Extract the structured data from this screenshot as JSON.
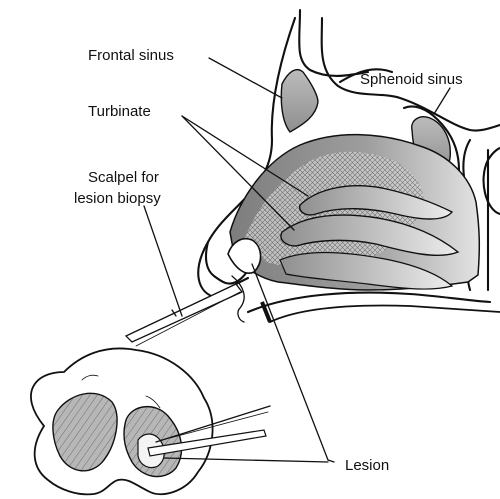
{
  "labels": {
    "frontal_sinus": "Frontal sinus",
    "sphenoid_sinus": "Sphenoid sinus",
    "turbinate": "Turbinate",
    "scalpel_line1": "Scalpel for",
    "scalpel_line2": "lesion biopsy",
    "lesion": "Lesion"
  },
  "colors": {
    "ink": "#111111",
    "tissue_dark": "#8a8a8a",
    "tissue_mid": "#b9b9b9",
    "tissue_light": "#dcdcdc",
    "sinus_fill": "#a8a8a8",
    "background": "#ffffff"
  }
}
